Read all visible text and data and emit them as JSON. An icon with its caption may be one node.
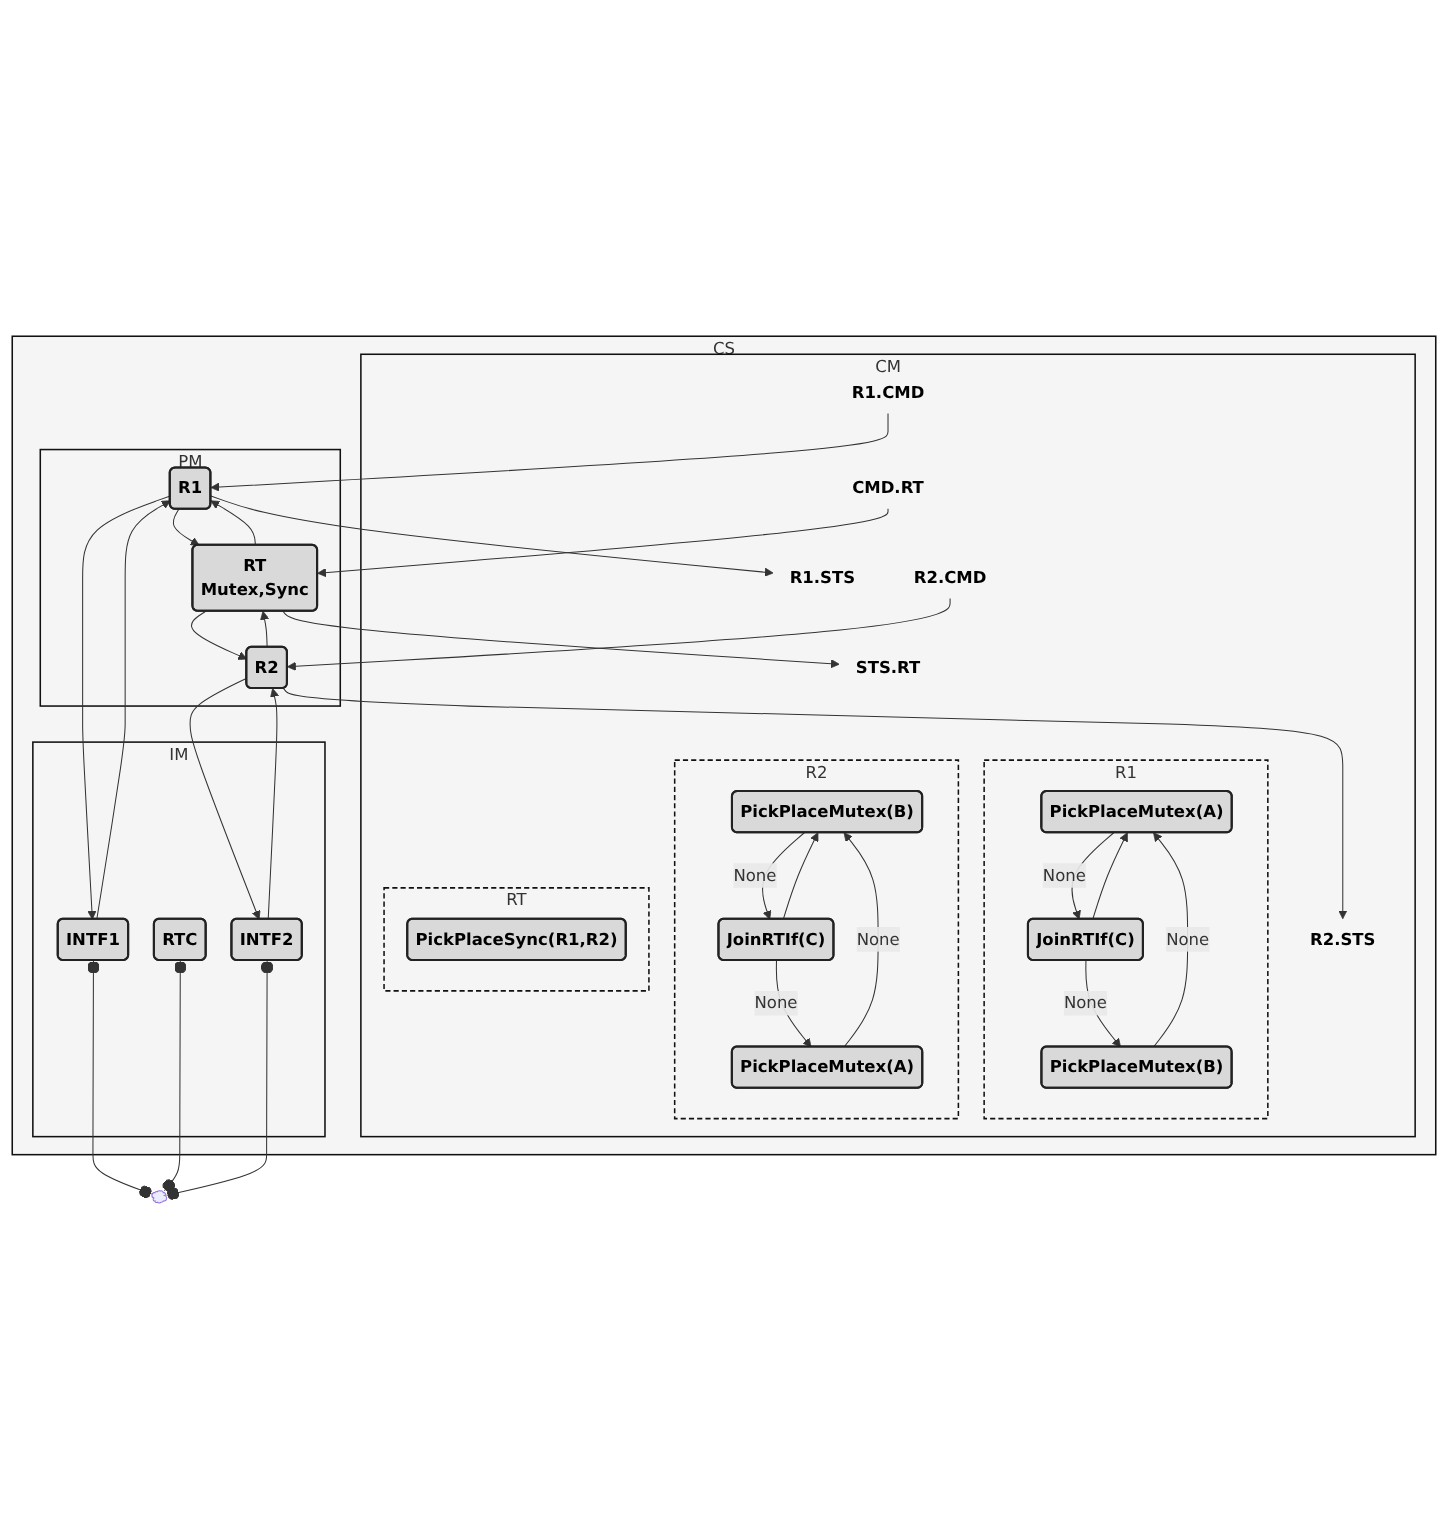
{
  "diagram": {
    "nodes": [
      {
        "text": [
          "CS"
        ]
      },
      {
        "text": [
          "CM"
        ],
        "in": 0
      },
      {
        "text": [
          "R1"
        ],
        "in": 1
      },
      {
        "text": [
          "PickPlaceMutex(A)"
        ],
        "in": 2
      },
      {
        "text": [
          "JoinRTIf(C)"
        ],
        "in": 2
      },
      {
        "text": [
          "PickPlaceMutex(B)"
        ],
        "in": 2
      },
      {
        "text": [
          "R2"
        ],
        "in": 1
      },
      {
        "text": [
          "PickPlaceMutex(B)"
        ],
        "in": 6
      },
      {
        "text": [
          "JoinRTIf(C)"
        ],
        "in": 6
      },
      {
        "text": [
          "PickPlaceMutex(A)"
        ],
        "in": 6
      },
      {
        "text": [
          "RT"
        ],
        "in": 1
      },
      {
        "text": [
          "PickPlaceSync(R1,R2)"
        ],
        "in": 10
      },
      {
        "text": [
          "R1.STS"
        ],
        "in": 1
      },
      {
        "text": [
          "R1.CMD"
        ],
        "in": 1
      },
      {
        "text": [
          "STS.RT"
        ],
        "in": 1
      },
      {
        "text": [
          "CMD.RT"
        ],
        "in": 1
      },
      {
        "text": [
          "R2.STS"
        ],
        "in": 1
      },
      {
        "text": [
          "R2.CMD"
        ],
        "in": 1
      },
      {
        "text": [
          "PM"
        ],
        "in": 0
      },
      {
        "text": [
          "R1"
        ],
        "in": 18
      },
      {
        "text": [
          "RT",
          "Mutex,Sync"
        ],
        "in": 18
      },
      {
        "text": [
          "R2"
        ],
        "in": 18
      },
      {
        "text": [
          "IM"
        ],
        "in": 0
      },
      {
        "text": [
          "INTF1"
        ],
        "in": 22
      },
      {
        "text": [
          "RTC"
        ],
        "in": 22
      },
      {
        "text": [
          "INTF2"
        ],
        "in": 22
      },
      {
        "text": [],
        "shape": "cloud"
      }
    ],
    "edges": [
      {
        "from": 3,
        "to": 4,
        "arrow": "to",
        "label": "None"
      },
      {
        "from": 4,
        "to": 3,
        "arrow": "to"
      },
      {
        "from": 4,
        "to": 5,
        "arrow": "to",
        "label": "None"
      },
      {
        "from": 5,
        "to": 3,
        "arrow": "to",
        "label": "None"
      },
      {
        "from": 7,
        "to": 8,
        "arrow": "to",
        "label": "None"
      },
      {
        "from": 8,
        "to": 7,
        "arrow": "to"
      },
      {
        "from": 8,
        "to": 9,
        "arrow": "to",
        "label": "None"
      },
      {
        "from": 9,
        "to": 7,
        "arrow": "to",
        "label": "None"
      },
      {
        "from": 19,
        "to": 12,
        "arrow": "to"
      },
      {
        "from": 13,
        "to": 19,
        "arrow": "to"
      },
      {
        "from": 20,
        "to": 14,
        "arrow": "to"
      },
      {
        "from": 15,
        "to": 20,
        "arrow": "to"
      },
      {
        "from": 21,
        "to": 16,
        "arrow": "to"
      },
      {
        "from": 17,
        "to": 21,
        "arrow": "to"
      },
      {
        "from": 19,
        "to": 20,
        "arrow": "to"
      },
      {
        "from": 20,
        "to": 19,
        "arrow": "to"
      },
      {
        "from": 21,
        "to": 20,
        "arrow": "to"
      },
      {
        "from": 20,
        "to": 21,
        "arrow": "to"
      },
      {
        "from": 23,
        "to": 19,
        "arrow": "to"
      },
      {
        "from": 19,
        "to": 23,
        "arrow": "to"
      },
      {
        "from": 25,
        "to": 21,
        "arrow": "to"
      },
      {
        "from": 21,
        "to": 25,
        "arrow": "to"
      },
      {
        "from": 23,
        "to": 26,
        "arrow": "other"
      },
      {
        "from": 24,
        "to": 26,
        "arrow": "other"
      },
      {
        "from": 25,
        "to": 26,
        "arrow": "other"
      }
    ]
  }
}
